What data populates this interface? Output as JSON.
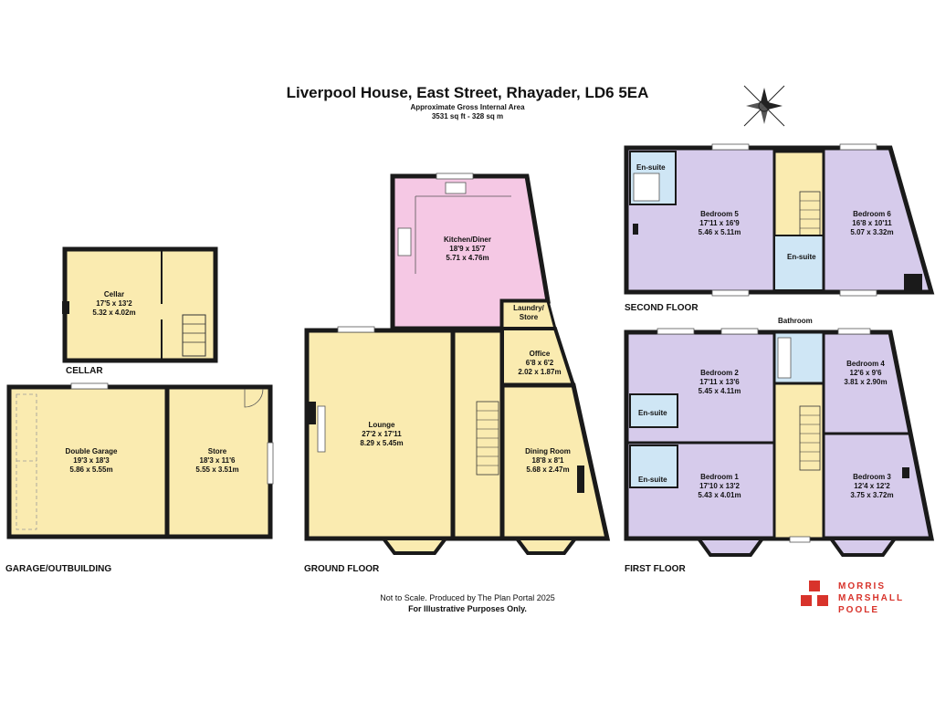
{
  "header": {
    "title": "Liverpool House, East Street, Rhayader, LD6 5EA",
    "area_label": "Approximate Gross Internal Area",
    "area_value": "3531 sq ft - 328 sq m"
  },
  "floors": {
    "cellar": "CELLAR",
    "garage": "GARAGE/OUTBUILDING",
    "ground": "GROUND FLOOR",
    "first": "FIRST FLOOR",
    "second": "SECOND FLOOR"
  },
  "rooms": {
    "cellar": {
      "name": "Cellar",
      "imperial": "17'5 x 13'2",
      "metric": "5.32 x 4.02m"
    },
    "garage": {
      "name": "Double Garage",
      "imperial": "19'3 x 18'3",
      "metric": "5.86 x 5.55m"
    },
    "store": {
      "name": "Store",
      "imperial": "18'3 x 11'6",
      "metric": "5.55 x 3.51m"
    },
    "kitchen": {
      "name": "Kitchen/Diner",
      "imperial": "18'9 x 15'7",
      "metric": "5.71 x 4.76m"
    },
    "laundry": {
      "name": "Laundry/ Store"
    },
    "office": {
      "name": "Office",
      "imperial": "6'8 x 6'2",
      "metric": "2.02 x 1.87m"
    },
    "lounge": {
      "name": "Lounge",
      "imperial": "27'2 x 17'11",
      "metric": "8.29 x 5.45m"
    },
    "dining": {
      "name": "Dining Room",
      "imperial": "18'8 x 8'1",
      "metric": "5.68 x 2.47m"
    },
    "bedroom5": {
      "name": "Bedroom 5",
      "imperial": "17'11 x 16'9",
      "metric": "5.46 x 5.11m"
    },
    "bedroom6": {
      "name": "Bedroom 6",
      "imperial": "16'8 x 10'11",
      "metric": "5.07 x 3.32m"
    },
    "ensuite_b5": {
      "name": "En-suite"
    },
    "ensuite_b6": {
      "name": "En-suite"
    },
    "bathroom": {
      "name": "Bathroom"
    },
    "bedroom2": {
      "name": "Bedroom 2",
      "imperial": "17'11 x 13'6",
      "metric": "5.45 x 4.11m"
    },
    "bedroom4": {
      "name": "Bedroom 4",
      "imperial": "12'6 x 9'6",
      "metric": "3.81 x 2.90m"
    },
    "ensuite_b2": {
      "name": "En-suite"
    },
    "ensuite_b1": {
      "name": "En-suite"
    },
    "bedroom1": {
      "name": "Bedroom 1",
      "imperial": "17'10 x 13'2",
      "metric": "5.43 x 4.01m"
    },
    "bedroom3": {
      "name": "Bedroom 3",
      "imperial": "12'4 x 12'2",
      "metric": "3.75 x 3.72m"
    }
  },
  "footer": {
    "scale_note": "Not to Scale. Produced by The Plan Portal 2025",
    "illustrative_note": "For Illustrative Purposes Only."
  },
  "logo": {
    "line1": "MORRIS",
    "line2": "MARSHALL",
    "line3": "POOLE",
    "color": "#d8332b"
  },
  "colors": {
    "wall": "#1a1a1a",
    "yellow_room": "#faebb0",
    "purple_room": "#d6cbeb",
    "pink_room": "#f5c8e4",
    "blue_room": "#cfe6f5"
  },
  "compass_icon": "compass-rose-icon"
}
